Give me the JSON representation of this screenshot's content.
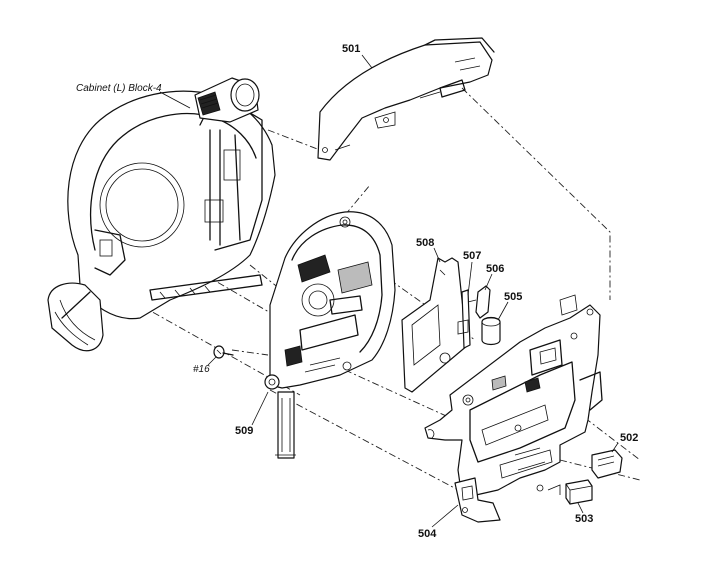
{
  "labels": {
    "cabinet": "Cabinet (L) Block-4",
    "p501": "501",
    "p502": "502",
    "p503": "503",
    "p504": "504",
    "p505": "505",
    "p506": "506",
    "p507": "507",
    "p508": "508",
    "p509": "509",
    "screw16": "#16"
  }
}
